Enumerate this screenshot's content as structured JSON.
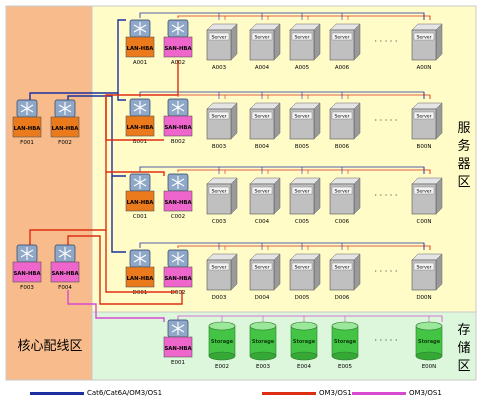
{
  "zones": {
    "core": "核心配线区",
    "server": "服务器区",
    "storage": "存储区"
  },
  "colors": {
    "core_bg": "#f8bc8c",
    "server_bg": "#fffcc8",
    "storage_bg": "#dcf7dc",
    "lan_hba": "#ea7a1c",
    "san_hba": "#ee66cc",
    "cat6_line": "#1c2ea0",
    "om3_line": "#dd2e14",
    "om3_line_storage": "#d84ad0",
    "server_color": "#c0c0c0",
    "storage_color": "#44c444"
  },
  "device_labels": {
    "lan": "LAN-HBA",
    "san": "SAN-HBA",
    "server": "Server",
    "storage": "Storage",
    "ellipsis": "· · · · ·"
  },
  "core": {
    "top_switches": [
      {
        "id": "F001",
        "type": "lan"
      },
      {
        "id": "F002",
        "type": "lan"
      }
    ],
    "bottom_switches": [
      {
        "id": "F003",
        "type": "san"
      },
      {
        "id": "F004",
        "type": "san"
      }
    ]
  },
  "server_rows": [
    {
      "lan_id": "A001",
      "san_id": "A002",
      "servers": [
        "A003",
        "A004",
        "A005",
        "A006"
      ],
      "last": "A00N"
    },
    {
      "lan_id": "B001",
      "san_id": "B002",
      "servers": [
        "B003",
        "B004",
        "B005",
        "B006"
      ],
      "last": "B00N"
    },
    {
      "lan_id": "C001",
      "san_id": "C002",
      "servers": [
        "C003",
        "C004",
        "C005",
        "C006"
      ],
      "last": "C00N"
    },
    {
      "lan_id": "D001",
      "san_id": "D002",
      "servers": [
        "D003",
        "D004",
        "D005",
        "D006"
      ],
      "last": "D00N"
    }
  ],
  "storage_row": {
    "san_id": "E001",
    "storages": [
      "E002",
      "E003",
      "E004",
      "E005"
    ],
    "last": "E00N"
  },
  "legend": [
    {
      "label": "Cat6/Cat6A/OM3/OS1",
      "color": "#1c2ea0"
    },
    {
      "label": "OM3/OS1",
      "color": "#dd2e14"
    },
    {
      "label": "OM3/OS1",
      "color": "#d84ad0"
    }
  ]
}
